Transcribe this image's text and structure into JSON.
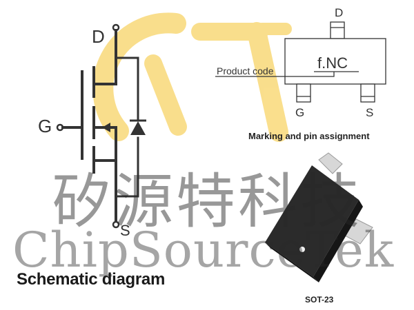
{
  "schematic": {
    "title": "Schematic diagram",
    "pins": {
      "drain": "D",
      "gate": "G",
      "source": "S"
    }
  },
  "marking": {
    "title": "Marking and pin assignment",
    "product_code_label": "Product code",
    "code": "f.NC",
    "pins": {
      "top": "D",
      "bottom_left": "G",
      "bottom_right": "S"
    }
  },
  "package": {
    "name": "SOT-23"
  },
  "watermark": {
    "chinese": "矽源特科技",
    "english": "ChipSourceTek"
  },
  "colors": {
    "logo": "#f5c430",
    "line": "#333333",
    "chip": "#262626"
  }
}
